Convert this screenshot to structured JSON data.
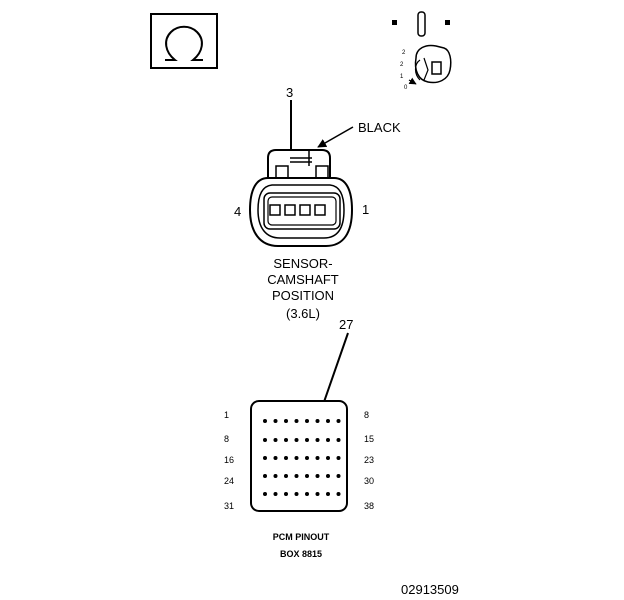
{
  "sensor": {
    "cavity_callout": "3",
    "color_label": "BLACK",
    "left_pin": "4",
    "right_pin": "1",
    "name_lines": [
      "SENSOR-",
      "CAMSHAFT",
      "POSITION",
      "(3.6L)"
    ]
  },
  "ignition_switch": {
    "positions": [
      "2",
      "2",
      "1",
      "0"
    ]
  },
  "pcm": {
    "cavity_callout": "27",
    "row_left_labels": [
      "1",
      "8",
      "16",
      "24",
      "31"
    ],
    "row_right_labels": [
      "8",
      "15",
      "23",
      "30",
      "38"
    ],
    "caption_lines": [
      "PCM PINOUT",
      "BOX 8815"
    ]
  },
  "figure_id": "02913509",
  "colors": {
    "ink": "#000000",
    "background": "#ffffff"
  },
  "icons": [
    "ground-symbol-icon",
    "ignition-key-icon"
  ]
}
